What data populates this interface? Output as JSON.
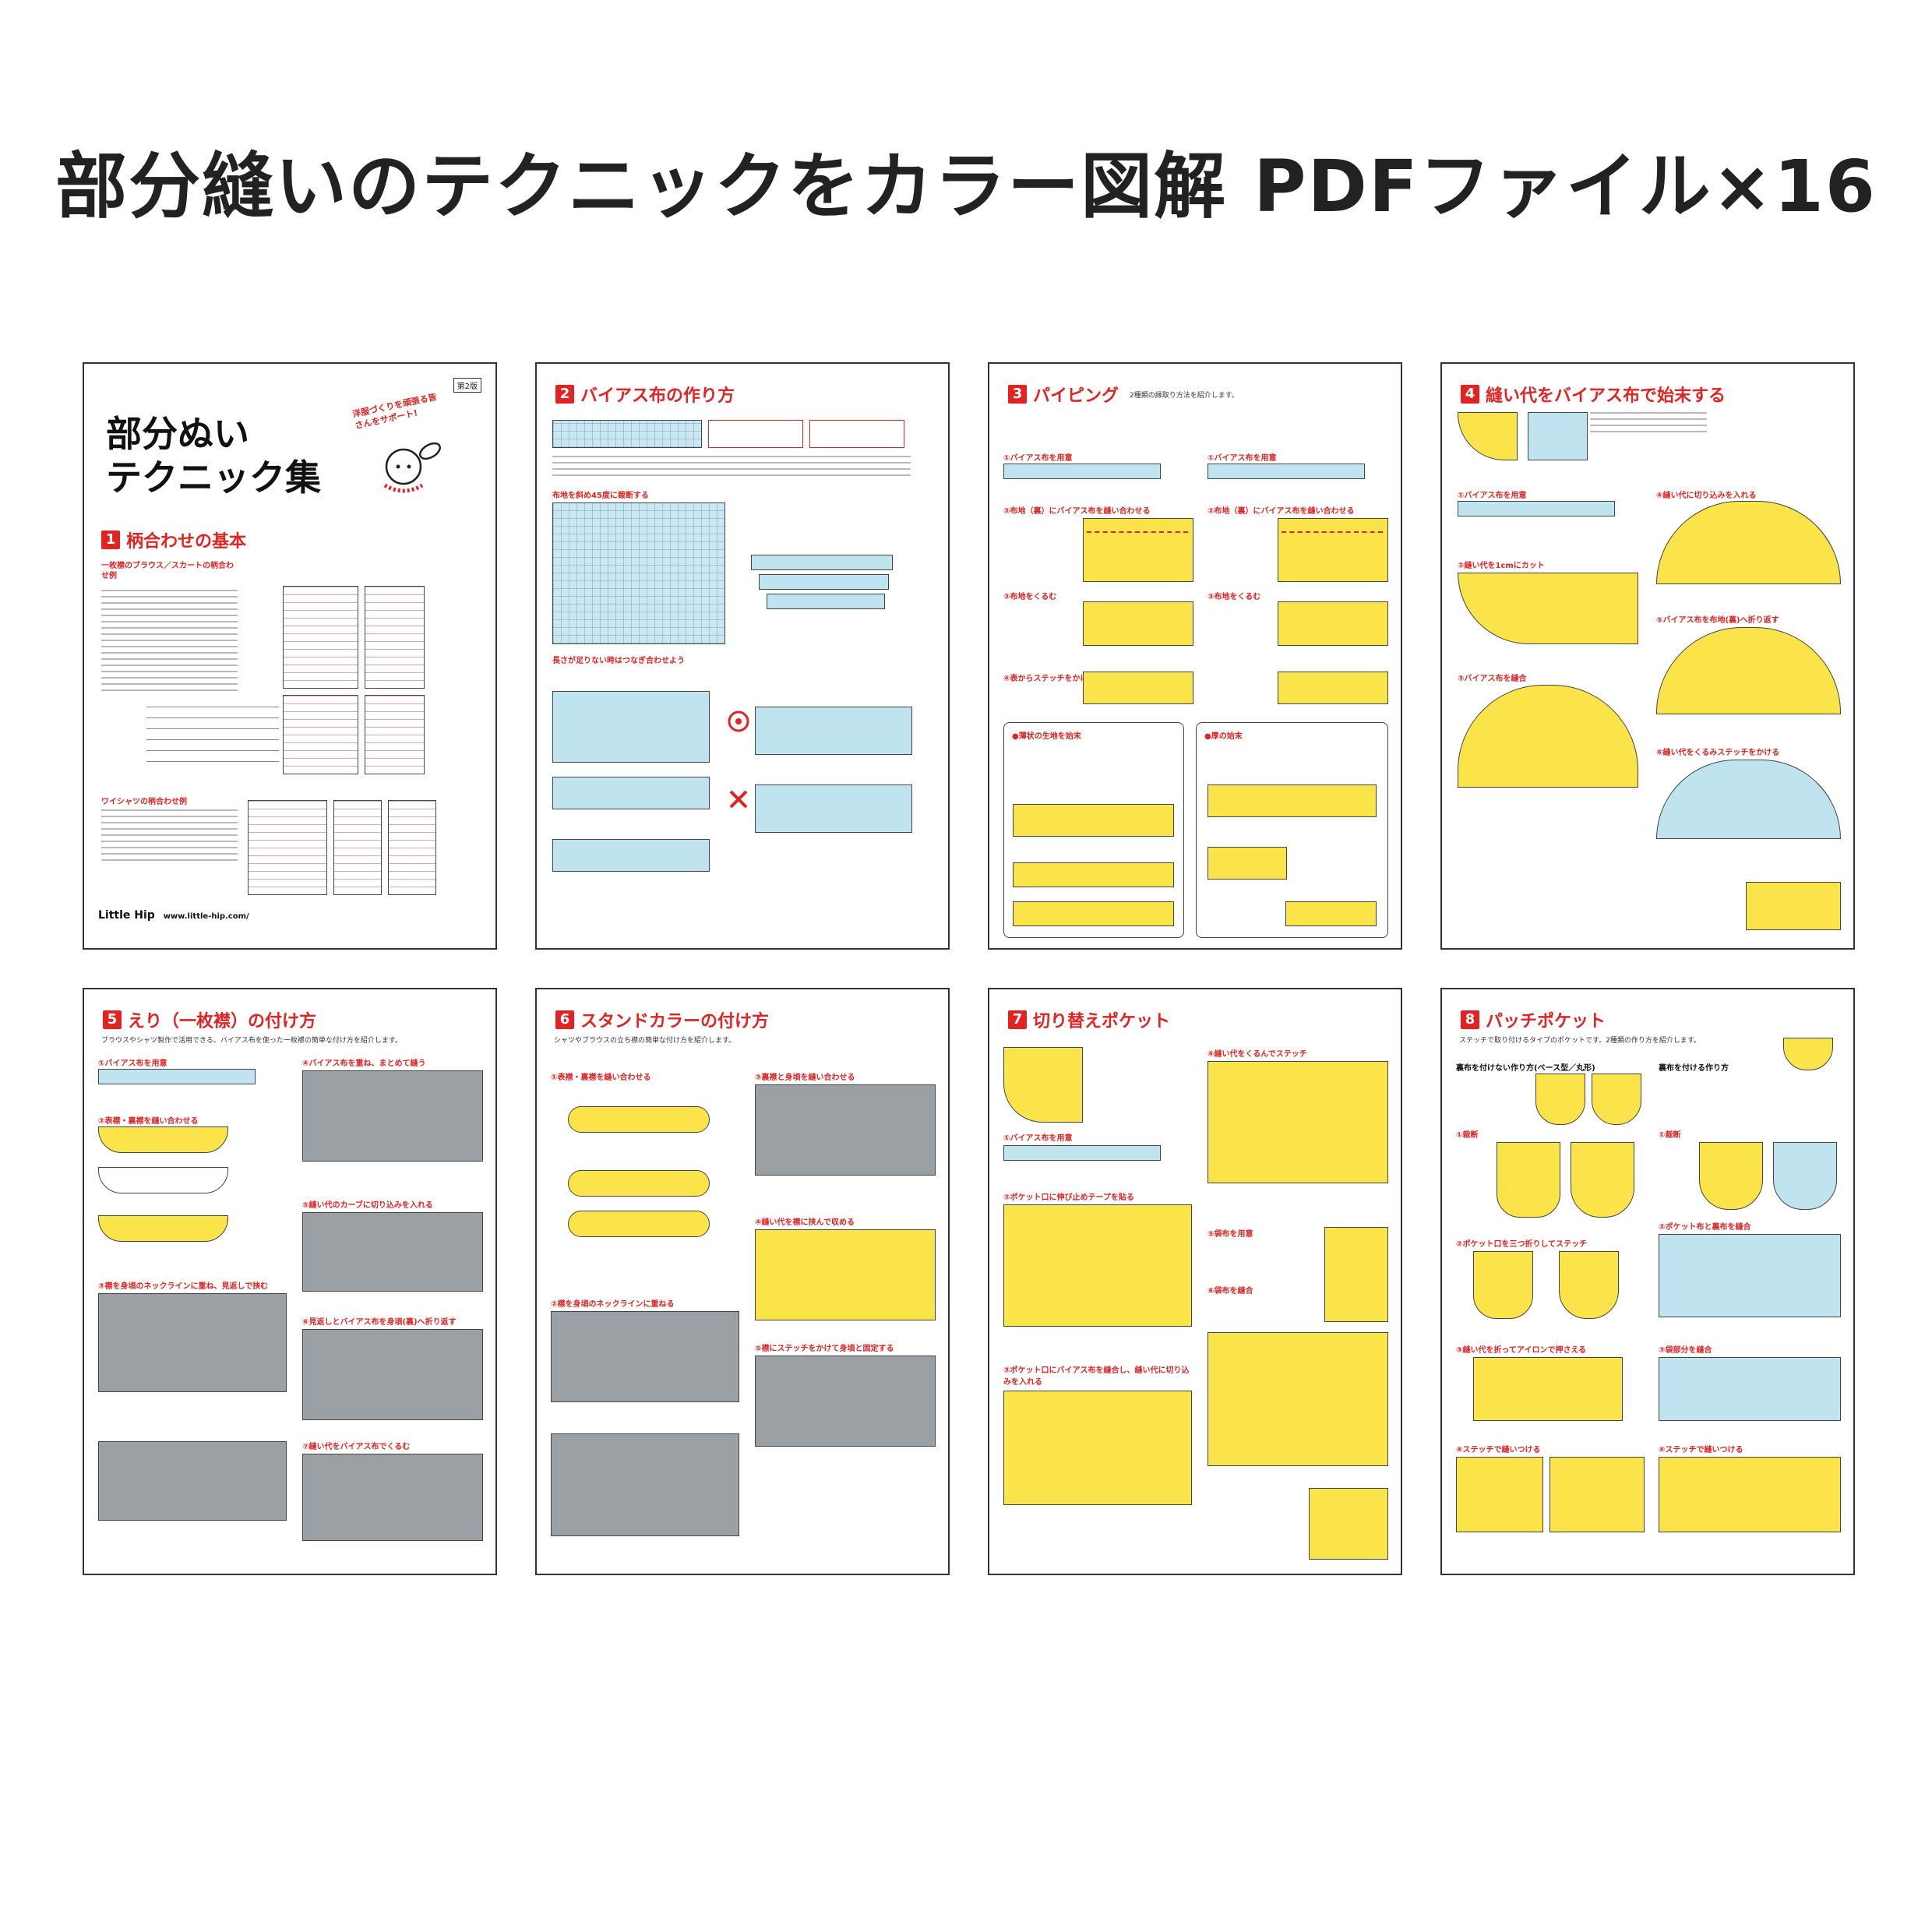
{
  "headline": "部分縫いのテクニックをカラー図解 PDFファイル×16",
  "cover": {
    "edition": "第2版",
    "title_line1": "部分ぬい",
    "title_line2": "テクニック集",
    "badge": "洋服づくりを頑張る皆さんをサポート!",
    "section_number": "1",
    "section_title": "柄合わせの基本",
    "step_a": "一枚襟のブラウス／スカートの柄合わせ例",
    "step_b": "ワイシャツの柄合わせ例",
    "brand": "Little Hip",
    "url": "www.little-hip.com/"
  },
  "pages": [
    {
      "number": "2",
      "title": "バイアス布の作り方",
      "subtitle": ""
    },
    {
      "number": "3",
      "title": "パイピング",
      "subtitle": "2種類の縁取り方法を紹介します。"
    },
    {
      "number": "4",
      "title": "縫い代をバイアス布で始末する",
      "subtitle": ""
    },
    {
      "number": "5",
      "title": "えり（一枚襟）の付け方",
      "subtitle": "ブラウスやシャツ製作で活用できる、バイアス布を使った一枚襟の簡単な付け方を紹介します。"
    },
    {
      "number": "6",
      "title": "スタンドカラーの付け方",
      "subtitle": "シャツやブラウスの立ち襟の簡単な付け方を紹介します。"
    },
    {
      "number": "7",
      "title": "切り替えポケット",
      "subtitle": ""
    },
    {
      "number": "8",
      "title": "パッチポケット",
      "subtitle": "ステッチで取り付けるタイプのポケットです。2種類の作り方を紹介します。"
    }
  ],
  "steps": {
    "p2": [
      "布地を斜め45度に裁断する",
      "長さが足りない時はつなぎ合わせよう"
    ],
    "p3": [
      "①バイアス布を用意",
      "②布地（裏）にバイアス布を縫い合わせる",
      "③布地をくるむ",
      "④表からステッチをかける",
      "●薄状の生地を始末",
      "●厚の始末"
    ],
    "p4": [
      "①バイアス布を用意",
      "②縫い代を1cmにカット",
      "③バイアス布を縫合",
      "④縫い代に切り込みを入れる",
      "⑤バイアス布を布地(裏)へ折り返す",
      "⑥縫い代をくるみステッチをかける"
    ],
    "p5": [
      "①バイアス布を用意",
      "②表襟・裏襟を縫い合わせる",
      "③襟を身頃のネックラインに重ね、見返しで挟む",
      "④バイアス布を重ね、まとめて縫う",
      "⑤縫い代のカーブに切り込みを入れる",
      "⑥見返しとバイアス布を身頃(裏)へ折り返す",
      "⑦縫い代をバイアス布でくるむ"
    ],
    "p6": [
      "①表襟・裏襟を縫い合わせる",
      "②襟を身頃のネックラインに重ねる",
      "③裏襟と身頃を縫い合わせる",
      "④縫い代を襟に挟んで収める",
      "⑤襟にステッチをかけて身頃と固定する"
    ],
    "p7": [
      "①バイアス布を用意",
      "②ポケット口に伸び止めテープを貼る",
      "③ポケット口にバイアス布を縫合し、縫い代に切り込みを入れる",
      "④縫い代をくるんでステッチ",
      "⑤袋布を用意",
      "⑥袋布を縫合"
    ],
    "p8": [
      "裏布を付けない作り方(ベース型／丸形)",
      "裏布を付ける作り方",
      "①裁断",
      "②ポケット口を三つ折りしてステッチ",
      "③縫い代を折ってアイロンで押さえる",
      "④ステッチで縫いつける",
      "②ポケット布と裏布を縫合",
      "③袋部分を縫合",
      "④ステッチで縫いつける"
    ]
  },
  "colors": {
    "accent": "#e32222",
    "yellow": "#fbe34a",
    "blue": "#bfe3ef"
  }
}
